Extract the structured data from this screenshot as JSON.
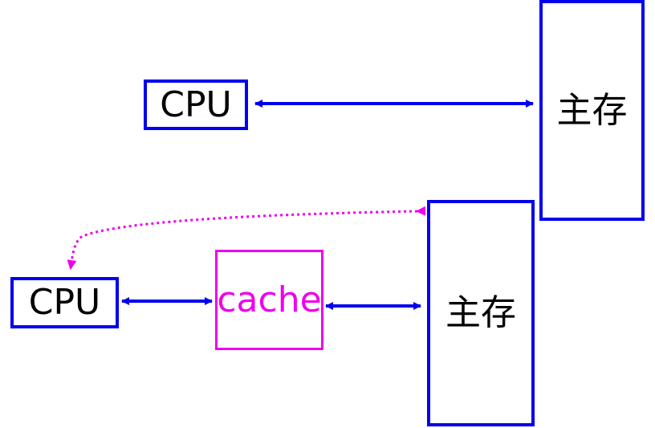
{
  "diagram": {
    "top": {
      "cpu_label": "CPU",
      "memory_label": "主存"
    },
    "bottom": {
      "cpu_label": "CPU",
      "cache_label": "cache",
      "memory_label": "主存"
    }
  },
  "colors": {
    "primary_blue": "#0000ee",
    "accent_magenta": "#ee00ee",
    "text": "#000000",
    "background": "#ffffff"
  }
}
